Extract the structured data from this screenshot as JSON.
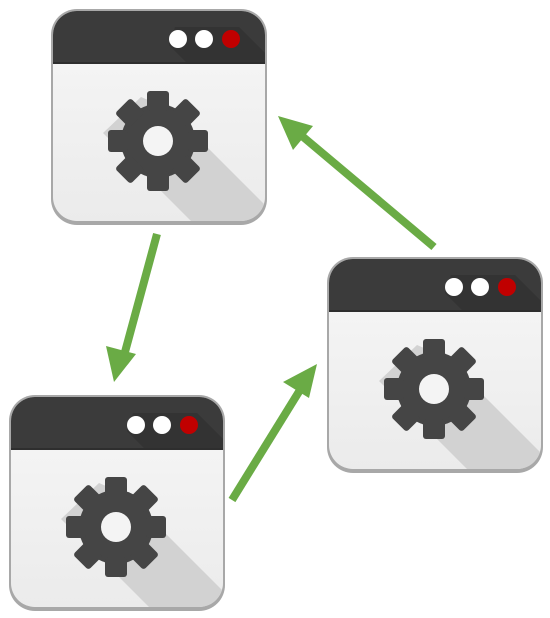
{
  "diagram": {
    "windows": [
      {
        "id": "top",
        "icon": "gear-icon",
        "dots": [
          "light",
          "light",
          "red"
        ]
      },
      {
        "id": "right",
        "icon": "gear-icon",
        "dots": [
          "light",
          "light",
          "red"
        ]
      },
      {
        "id": "bottom-left",
        "icon": "gear-icon",
        "dots": [
          "light",
          "light",
          "red"
        ]
      }
    ],
    "flow": [
      {
        "from": "top",
        "to": "bottom-left"
      },
      {
        "from": "bottom-left",
        "to": "right"
      },
      {
        "from": "right",
        "to": "top"
      }
    ],
    "colors": {
      "titlebar": "#3b3b3b",
      "window_body": "#f4f4f4",
      "border": "#9a9a9a",
      "gear": "#454545",
      "dot_light": "#ffffff",
      "dot_close": "#c00000",
      "arrow": "#6aab45"
    }
  }
}
